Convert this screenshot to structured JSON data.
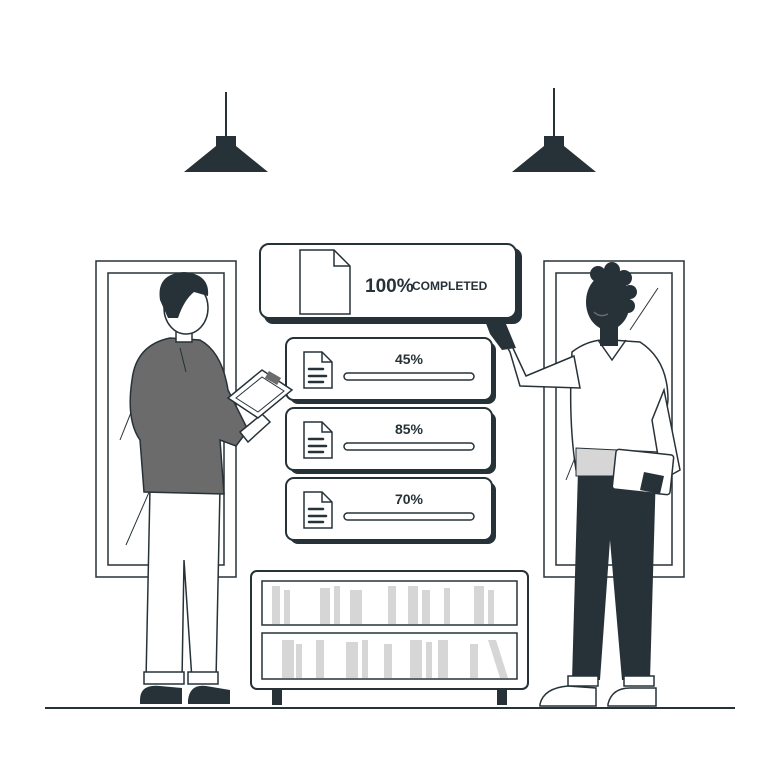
{
  "completed_card": {
    "percent_text": "100%",
    "status_text": "COMPLETED",
    "progress": 1.0
  },
  "progress_cards": [
    {
      "label": "45%",
      "progress": 0.45
    },
    {
      "label": "85%",
      "progress": 0.85
    },
    {
      "label": "70%",
      "progress": 0.7
    }
  ],
  "colors": {
    "ink": "#263238",
    "mid_gray": "#6b6b6b",
    "light_gray": "#d6d6d6",
    "white": "#ffffff"
  },
  "icons": {
    "document": "document-icon",
    "lamp": "pendant-lamp-icon",
    "clipboard": "clipboard-icon",
    "tablet": "tablet-icon"
  }
}
